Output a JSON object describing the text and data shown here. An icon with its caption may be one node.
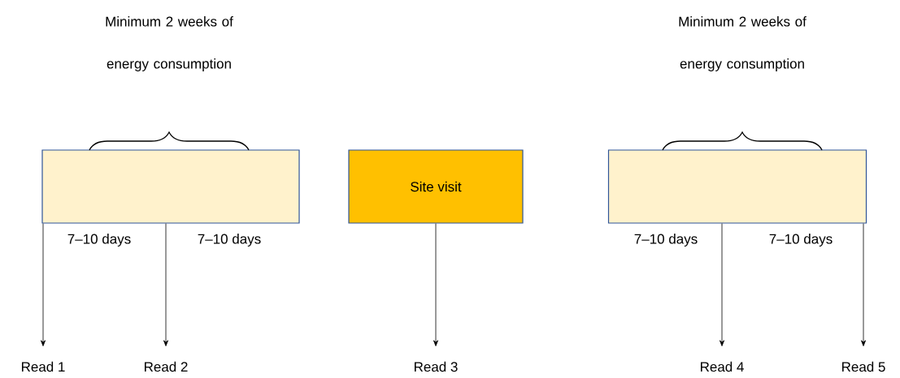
{
  "diagram": {
    "nodes": [
      {
        "text": [],
        "shape": "box"
      },
      {
        "text": [
          "Site visit"
        ]
      },
      {
        "text": [],
        "shape": "box"
      },
      {
        "text": [
          "Read 1"
        ]
      },
      {
        "text": [
          "Read 2"
        ]
      },
      {
        "text": [
          "Read 3"
        ]
      },
      {
        "text": [
          "Read 4"
        ]
      },
      {
        "text": [
          "Read 5"
        ]
      }
    ],
    "edges": [
      {
        "from": 0,
        "to": 3,
        "arrow": "to"
      },
      {
        "from": 0,
        "to": 4,
        "arrow": "to"
      },
      {
        "from": 1,
        "to": 5,
        "arrow": "to"
      },
      {
        "from": 2,
        "to": 6,
        "arrow": "to"
      },
      {
        "from": 2,
        "to": 7,
        "arrow": "to"
      }
    ],
    "labels": [
      "Minimum 2 weeks of energy consumption",
      "Minimum 2 weeks of energy consumption",
      "7–10 days",
      "7–10 days",
      "7–10 days",
      "7–10 days"
    ]
  }
}
